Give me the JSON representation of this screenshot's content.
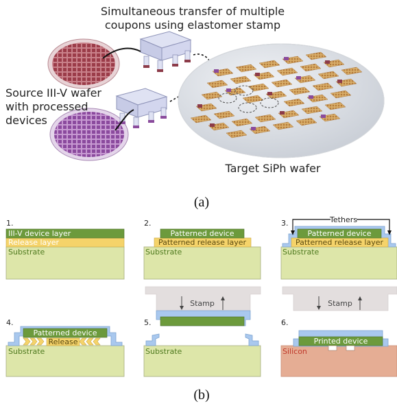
{
  "top": {
    "transfer_line1": "Simultaneous transfer of multiple",
    "transfer_line2": "coupons using elastomer stamp",
    "source_line1": "Source III-V wafer",
    "source_line2": "with processed",
    "source_line3": "devices",
    "target": "Target SiPh wafer"
  },
  "caption_a": "(a)",
  "caption_b": "(b)",
  "steps": {
    "s1": {
      "num": "1.",
      "device": "III-V device layer",
      "release": "Release layer",
      "substrate": "Substrate"
    },
    "s2": {
      "num": "2.",
      "device": "Patterned device",
      "release": "Patterned release layer",
      "substrate": "Substrate"
    },
    "s3": {
      "num": "3.",
      "tethers": "Tethers",
      "device": "Patterned device",
      "release": "Patterned release layer",
      "substrate": "Substrate"
    },
    "s4": {
      "num": "4.",
      "device": "Patterned device",
      "release": "Release",
      "substrate": "Substrate"
    },
    "s5": {
      "num": "5.",
      "stamp": "Stamp",
      "substrate": "Substrate"
    },
    "s6": {
      "num": "6.",
      "stamp": "Stamp",
      "device": "Printed device",
      "substrate": "Silicon"
    }
  },
  "colors": {
    "substrate": "#dde6a9",
    "device": "#6c9a3c",
    "release": "#f5d36a",
    "encap": "#a9c8ee",
    "stamp": "#e3dede",
    "silicon": "#e5ad94",
    "label_green": "#4f7a1f",
    "label_red": "#c0392b"
  }
}
